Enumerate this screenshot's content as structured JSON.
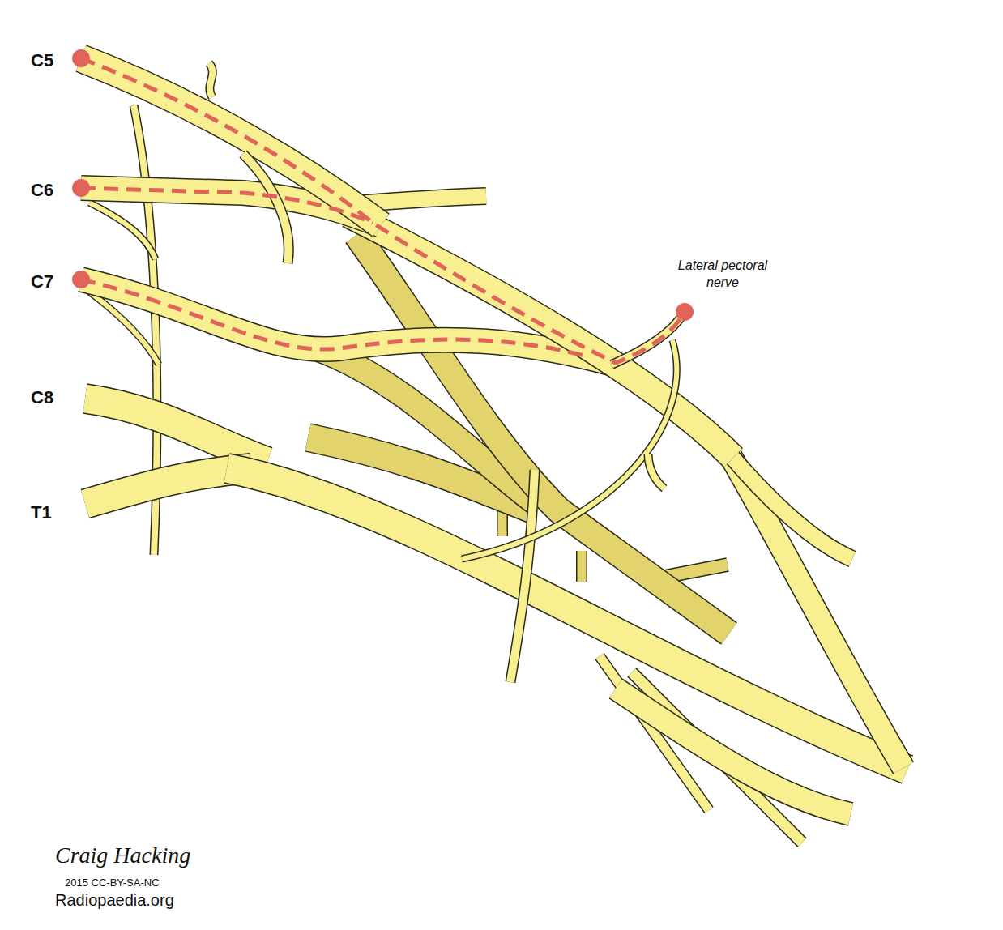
{
  "diagram": {
    "labels": [
      "C5",
      "C6",
      "C7",
      "C8",
      "T1",
      "Lateral pectoral nerve",
      "Craig Hacking",
      "2015 CC-BY-SA-NC",
      "Radiopaedia.org"
    ]
  }
}
